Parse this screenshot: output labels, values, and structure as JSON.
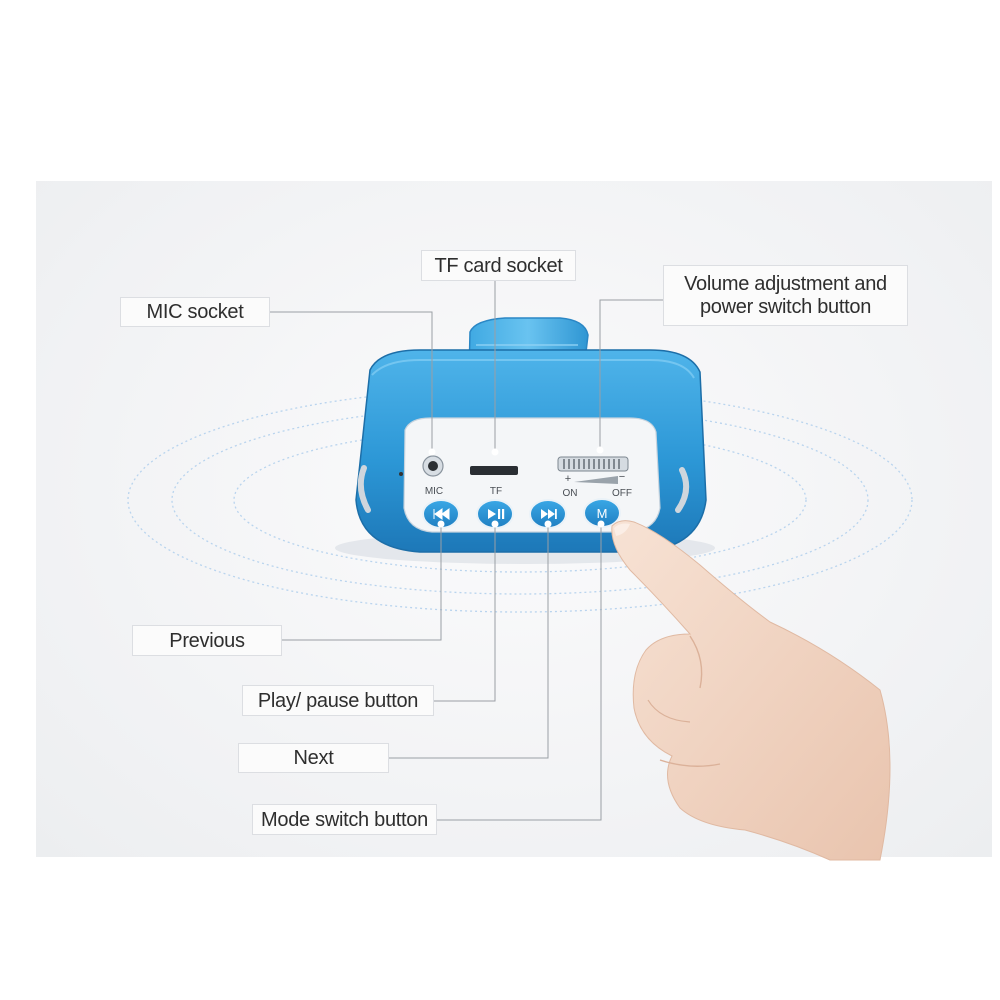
{
  "callouts": {
    "mic_socket": "MIC socket",
    "tf_card_socket": "TF card socket",
    "volume_power": [
      "Volume adjustment and",
      "power switch button"
    ],
    "previous": "Previous",
    "play_pause": "Play/ pause button",
    "next": "Next",
    "mode_switch": "Mode switch button"
  },
  "device_labels": {
    "mic": "MIC",
    "tf": "TF",
    "on": "ON",
    "off": "OFF",
    "plus": "+",
    "minus": "−",
    "mode_key": "M"
  },
  "colors": {
    "device_blue": "#2d9ad8",
    "device_dark_blue": "#1a6fae",
    "panel": "#f5f6f7",
    "skin": "#f2d7c6"
  },
  "icons": {
    "previous": "skip-back-icon",
    "play_pause": "play-pause-icon",
    "next": "skip-forward-icon",
    "mode": "mode-m-icon"
  }
}
